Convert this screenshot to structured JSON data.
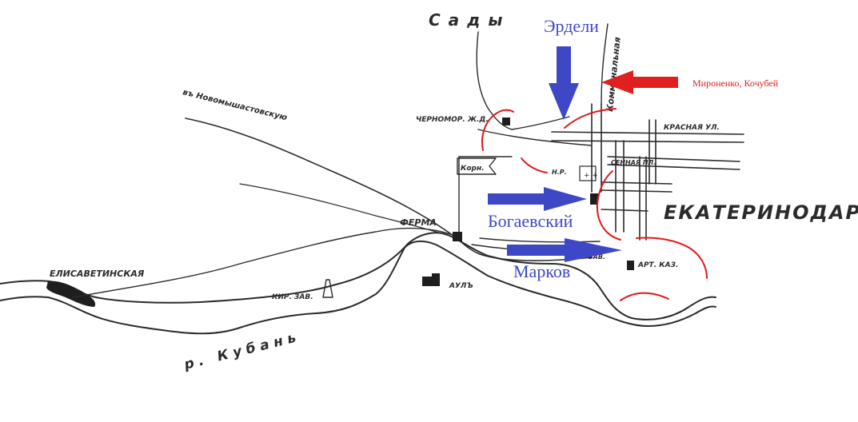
{
  "map": {
    "place_labels": {
      "sady": "Сады",
      "to_novomyshastovskaya": "въ Новомышастовскую",
      "chernomor_rr": "ЧЕРНОМОР. Ж.Д.",
      "korn": "Корн.",
      "nr": "Н.Р.",
      "krasnaya_ul": "КРАСНАЯ УЛ.",
      "sennaya_pl": "СЕННАЯ ПЛ.",
      "ekaterinodar": "ЕКАТЕРИНОДАРЪ",
      "ferma": "ФЕРМА",
      "elisavetinskaya": "ЕЛИСАВЕТИНСКАЯ",
      "kirp_zav": "КИР. ЗАВ.",
      "aul": "АУЛЪ",
      "art_kaz": "АРТ. КАЗ.",
      "zav": "ЗАВ.",
      "kuban": "р. Кубань",
      "kommunalnaya": "Коммунальная"
    },
    "commanders": {
      "erdeli": "Эрдели",
      "mironenko": "Мироненко, Кочубей",
      "bogaevsky": "Богаевский",
      "markov": "Марков"
    },
    "colors": {
      "white_arrow": "#3e47c6",
      "red_arrow": "#e02020",
      "red_front": "#e01818",
      "ink": "#2b2b2b"
    }
  }
}
